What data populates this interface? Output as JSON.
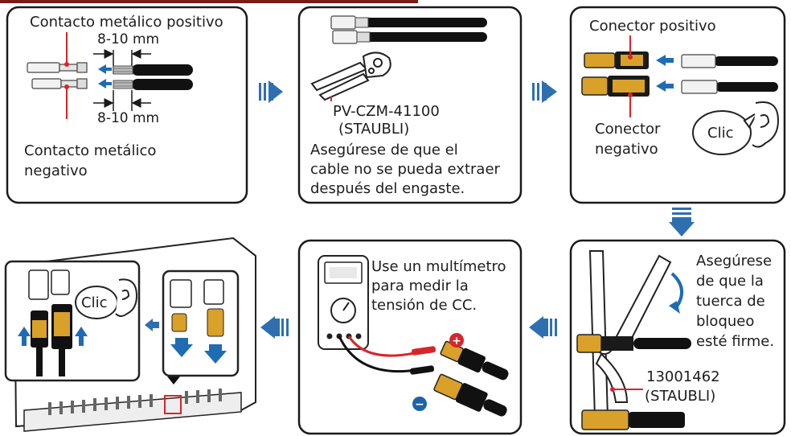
{
  "colors": {
    "flow_arrow": "#2e6fb0",
    "action_arrow": "#1f6cb2",
    "header_bar": "#7a1a1a",
    "connector_body": "#1a1a1a",
    "connector_ring": "#d9a02a",
    "probe_positive": "#d6262a",
    "probe_negative": "#1e63a8"
  },
  "step1": {
    "positive_contact_label": "Contacto metálico positivo",
    "top_measure": "8-10 mm",
    "bottom_measure": "8-10 mm",
    "negative_contact_label_line1": "Contacto metálico",
    "negative_contact_label_line2": "negativo"
  },
  "step2": {
    "tool_model": "PV-CZM-41100",
    "tool_brand": "(STAUBLI)",
    "note_line1": "Asegúrese de que el",
    "note_line2": "cable no se pueda extraer",
    "note_line3": "después del engaste."
  },
  "step3": {
    "positive_connector_label": "Conector positivo",
    "negative_connector_label_line1": "Conector",
    "negative_connector_label_line2": "negativo",
    "click_label": "Clic"
  },
  "step4": {
    "note_line1": "Asegúrese",
    "note_line2": "de que la",
    "note_line3": "tuerca de",
    "note_line4": "bloqueo",
    "note_line5": "esté firme.",
    "tool_model": "13001462",
    "tool_brand": "(STAUBLI)"
  },
  "step5": {
    "note_line1": "Use un multímetro",
    "note_line2": "para medir la",
    "note_line3": "tensión de CC.",
    "positive_symbol": "+",
    "negative_symbol": "−"
  },
  "step6": {
    "click_label": "Clic"
  }
}
